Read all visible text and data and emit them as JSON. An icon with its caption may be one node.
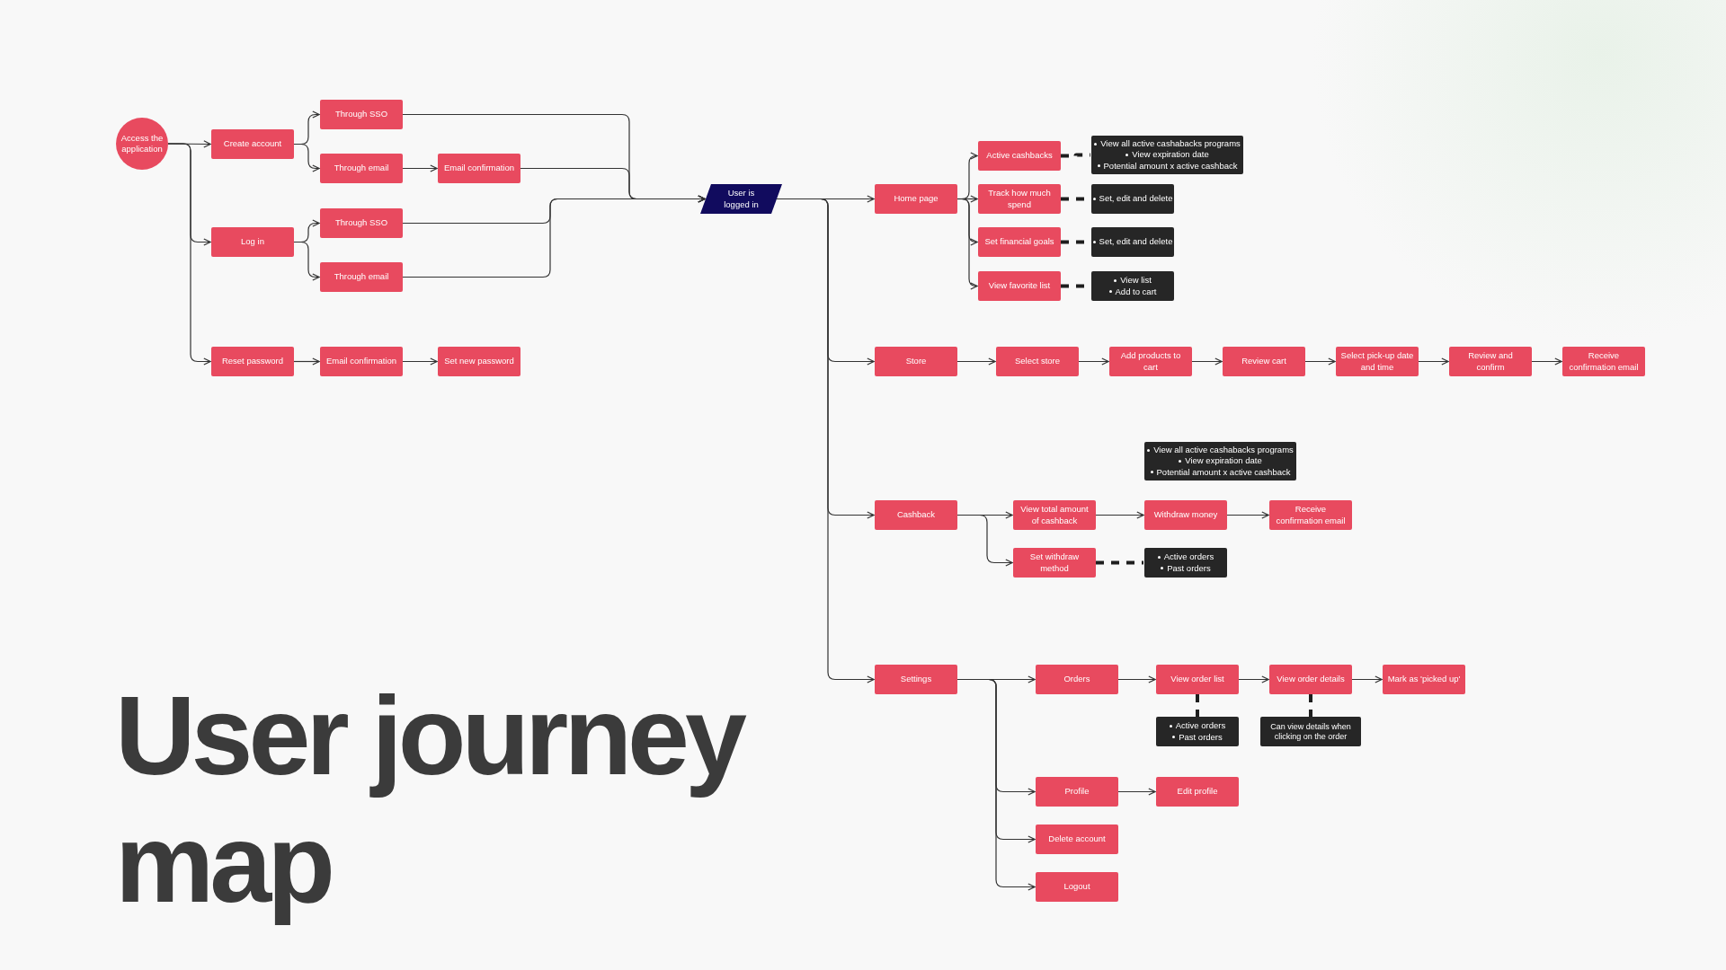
{
  "diagram": {
    "title": "User journey map",
    "nodes": [
      {
        "text": [
          "Access the application"
        ]
      },
      {
        "text": [
          "Create account"
        ]
      },
      {
        "text": [
          "Through SSO"
        ]
      },
      {
        "text": [
          "Through email"
        ]
      },
      {
        "text": [
          "Email confirmation"
        ]
      },
      {
        "text": [
          "Log in"
        ]
      },
      {
        "text": [
          "Through SSO"
        ]
      },
      {
        "text": [
          "Through email"
        ]
      },
      {
        "text": [
          "Reset password"
        ]
      },
      {
        "text": [
          "Email confirmation"
        ]
      },
      {
        "text": [
          "Set new password"
        ]
      },
      {
        "text": [
          "User is logged in"
        ]
      },
      {
        "text": [
          "Home page"
        ]
      },
      {
        "text": [
          "Active cashbacks"
        ]
      },
      {
        "text": [
          "View all active cashabacks programs",
          "View expiration date",
          "Potential amount x active cashback"
        ]
      },
      {
        "text": [
          "Track how much spend"
        ]
      },
      {
        "text": [
          "Set, edit and delete"
        ]
      },
      {
        "text": [
          "Set financial goals"
        ]
      },
      {
        "text": [
          "Set, edit and delete"
        ]
      },
      {
        "text": [
          "View favorite list"
        ]
      },
      {
        "text": [
          "View list",
          "Add to cart"
        ]
      },
      {
        "text": [
          "Store"
        ]
      },
      {
        "text": [
          "Select store"
        ]
      },
      {
        "text": [
          "Add products to cart"
        ]
      },
      {
        "text": [
          "Review cart"
        ]
      },
      {
        "text": [
          "Select pick-up date and time"
        ]
      },
      {
        "text": [
          "Review and confirm"
        ]
      },
      {
        "text": [
          "Receive confirmation email"
        ]
      },
      {
        "text": [
          "Cashback"
        ]
      },
      {
        "text": [
          "View total amount of cashback"
        ]
      },
      {
        "text": [
          "Withdraw money"
        ]
      },
      {
        "text": [
          "Receive confirmation email"
        ]
      },
      {
        "text": [
          "View all active cashabacks programs",
          "View expiration date",
          "Potential amount x active cashback"
        ]
      },
      {
        "text": [
          "Set withdraw method"
        ]
      },
      {
        "text": [
          "Active orders",
          "Past orders"
        ]
      },
      {
        "text": [
          "Settings"
        ]
      },
      {
        "text": [
          "Orders"
        ]
      },
      {
        "text": [
          "View order list"
        ]
      },
      {
        "text": [
          "View order details"
        ]
      },
      {
        "text": [
          "Mark as 'picked up'"
        ]
      },
      {
        "text": [
          "Active orders",
          "Past orders"
        ]
      },
      {
        "text": [
          "Can view details when clicking on the order"
        ]
      },
      {
        "text": [
          "Profile"
        ]
      },
      {
        "text": [
          "Edit profile"
        ]
      },
      {
        "text": [
          "Delete account"
        ]
      },
      {
        "text": [
          "Logout"
        ]
      }
    ],
    "edges": [
      {
        "from": 0,
        "to": 1,
        "arrow": "to"
      },
      {
        "from": 0,
        "to": 5,
        "arrow": "to"
      },
      {
        "from": 0,
        "to": 8,
        "arrow": "to"
      },
      {
        "from": 1,
        "to": 2,
        "arrow": "to"
      },
      {
        "from": 1,
        "to": 3,
        "arrow": "to"
      },
      {
        "from": 3,
        "to": 4,
        "arrow": "to"
      },
      {
        "from": 2,
        "to": 11,
        "arrow": "to"
      },
      {
        "from": 4,
        "to": 11,
        "arrow": "to"
      },
      {
        "from": 5,
        "to": 6,
        "arrow": "to"
      },
      {
        "from": 5,
        "to": 7,
        "arrow": "to"
      },
      {
        "from": 6,
        "to": 11,
        "arrow": "to"
      },
      {
        "from": 7,
        "to": 11,
        "arrow": "to"
      },
      {
        "from": 8,
        "to": 9,
        "arrow": "to"
      },
      {
        "from": 9,
        "to": 10,
        "arrow": "to"
      },
      {
        "from": 11,
        "to": 12,
        "arrow": "to"
      },
      {
        "from": 11,
        "to": 21,
        "arrow": "to"
      },
      {
        "from": 11,
        "to": 28,
        "arrow": "to"
      },
      {
        "from": 11,
        "to": 35,
        "arrow": "to"
      },
      {
        "from": 12,
        "to": 13,
        "arrow": "to"
      },
      {
        "from": 12,
        "to": 15,
        "arrow": "to"
      },
      {
        "from": 12,
        "to": 17,
        "arrow": "to"
      },
      {
        "from": 12,
        "to": 19,
        "arrow": "to"
      },
      {
        "from": 13,
        "to": 14,
        "arrow": "none",
        "style": "dashed"
      },
      {
        "from": 15,
        "to": 16,
        "arrow": "none",
        "style": "dashed"
      },
      {
        "from": 17,
        "to": 18,
        "arrow": "none",
        "style": "dashed"
      },
      {
        "from": 19,
        "to": 20,
        "arrow": "none",
        "style": "dashed"
      },
      {
        "from": 21,
        "to": 22,
        "arrow": "to"
      },
      {
        "from": 22,
        "to": 23,
        "arrow": "to"
      },
      {
        "from": 23,
        "to": 24,
        "arrow": "to"
      },
      {
        "from": 24,
        "to": 25,
        "arrow": "to"
      },
      {
        "from": 25,
        "to": 26,
        "arrow": "to"
      },
      {
        "from": 26,
        "to": 27,
        "arrow": "to"
      },
      {
        "from": 28,
        "to": 29,
        "arrow": "to"
      },
      {
        "from": 28,
        "to": 33,
        "arrow": "to"
      },
      {
        "from": 29,
        "to": 30,
        "arrow": "to"
      },
      {
        "from": 30,
        "to": 31,
        "arrow": "to"
      },
      {
        "from": 33,
        "to": 34,
        "arrow": "none",
        "style": "dashed"
      },
      {
        "from": 35,
        "to": 36,
        "arrow": "to"
      },
      {
        "from": 35,
        "to": 42,
        "arrow": "to"
      },
      {
        "from": 35,
        "to": 44,
        "arrow": "to"
      },
      {
        "from": 35,
        "to": 45,
        "arrow": "to"
      },
      {
        "from": 36,
        "to": 37,
        "arrow": "to"
      },
      {
        "from": 37,
        "to": 38,
        "arrow": "to"
      },
      {
        "from": 38,
        "to": 39,
        "arrow": "to"
      },
      {
        "from": 37,
        "to": 40,
        "arrow": "none",
        "style": "dashed"
      },
      {
        "from": 38,
        "to": 41,
        "arrow": "none",
        "style": "dashed"
      },
      {
        "from": 42,
        "to": 43,
        "arrow": "to"
      }
    ]
  }
}
